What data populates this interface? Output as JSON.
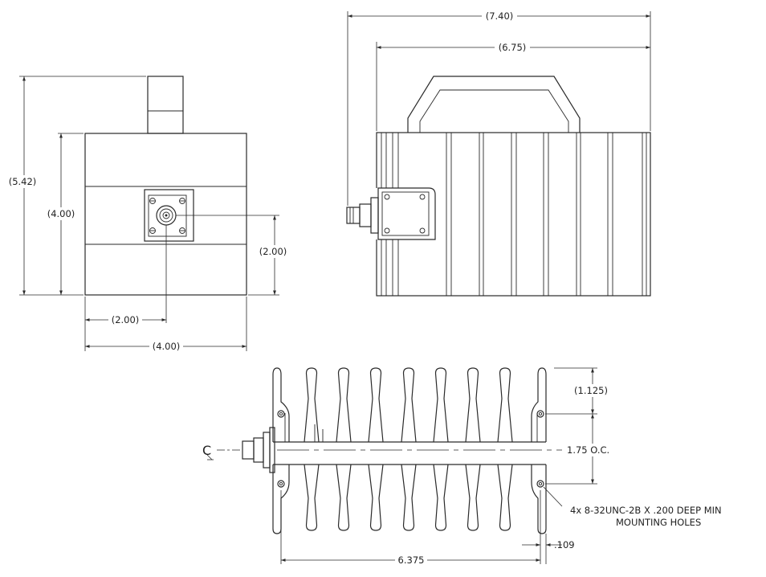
{
  "dimensions": {
    "front_overall_height": "(5.42)",
    "front_body_height": "(4.00)",
    "front_connector_height": "(2.00)",
    "front_connector_offset": "(2.00)",
    "front_body_width": "(4.00)",
    "side_overall_length": "(7.40)",
    "side_body_length": "(6.75)",
    "bottom_top_offset": "(1.125)",
    "bottom_hole_spacing": "1.75 O.C.",
    "bottom_hole_pitch": "6.375",
    "bottom_edge_offset": ".109"
  },
  "notes": {
    "centerline_symbol": "C",
    "mounting_holes_line1": "4x 8-32UNC-2B X .200 DEEP MIN",
    "mounting_holes_line2": "MOUNTING HOLES"
  },
  "colors": {
    "line": "#2a2a2a",
    "background": "#ffffff"
  }
}
